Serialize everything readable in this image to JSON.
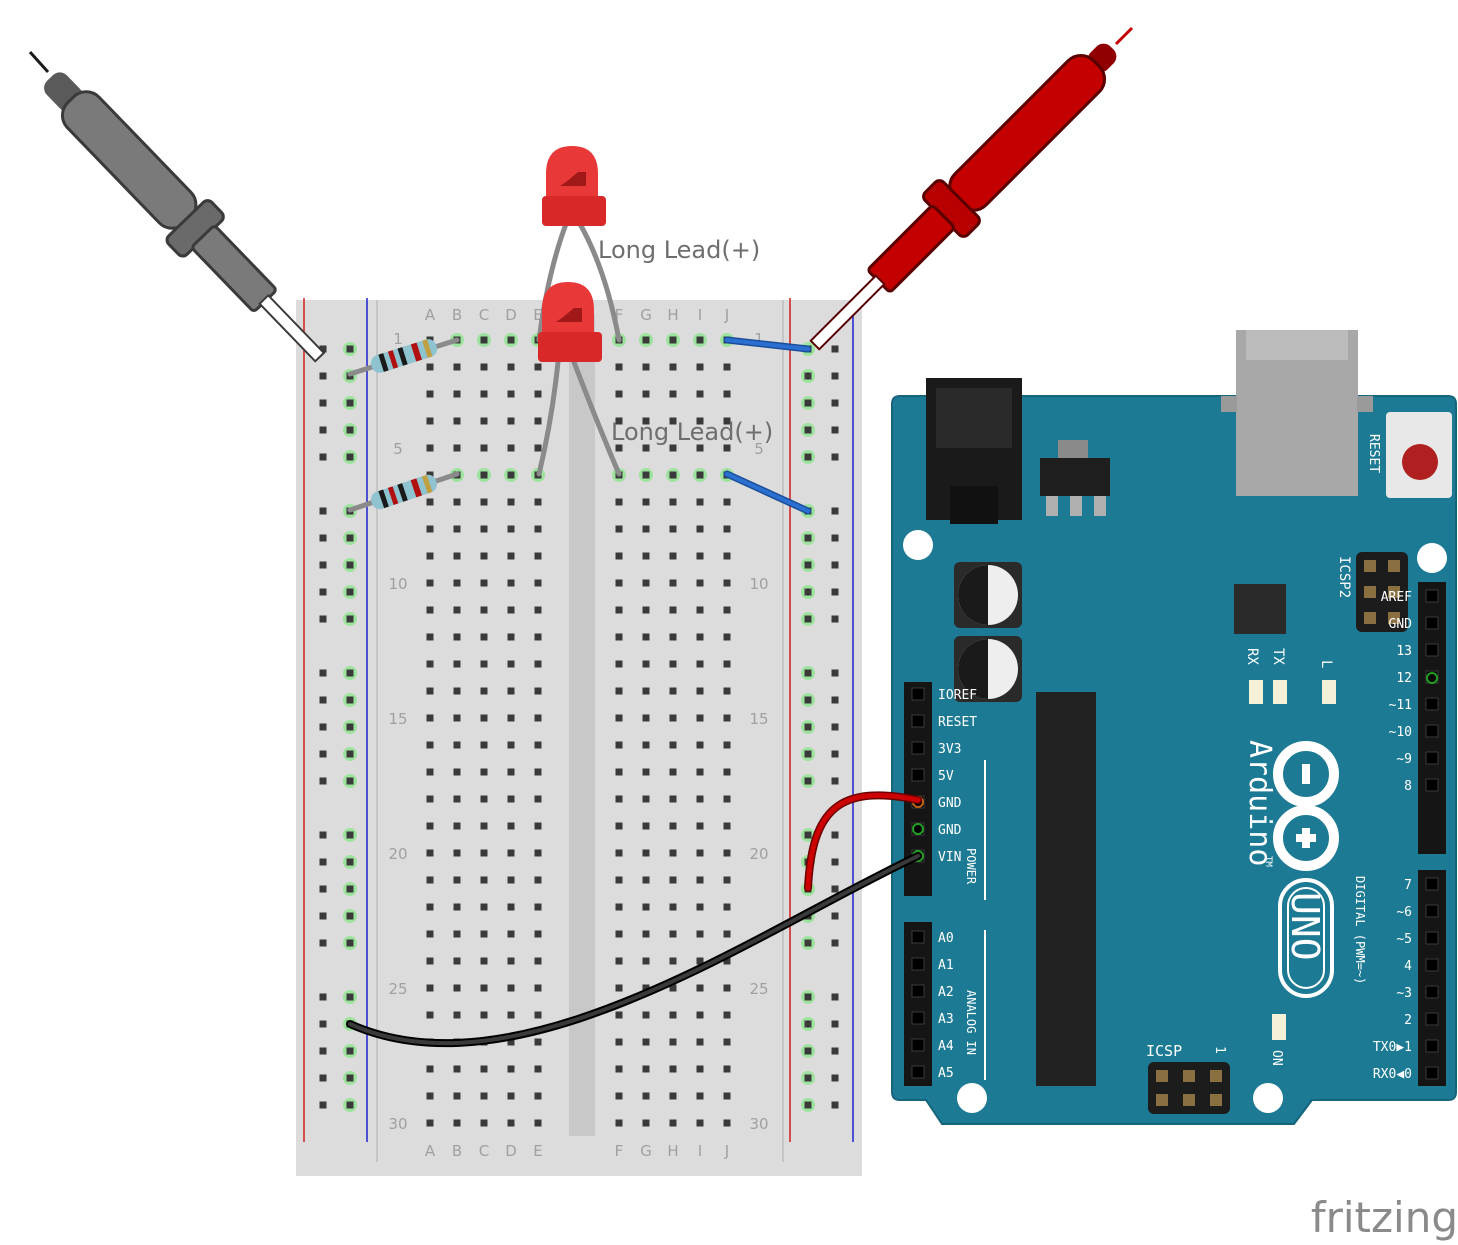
{
  "breadboard": {
    "columns_left": [
      "A",
      "B",
      "C",
      "D",
      "E"
    ],
    "columns_right": [
      "F",
      "G",
      "H",
      "I",
      "J"
    ],
    "row_numbers": [
      "1",
      "5",
      "10",
      "15",
      "20",
      "25",
      "30"
    ]
  },
  "led_labels": [
    "Long Lead(+)",
    "Long Lead(+)"
  ],
  "arduino": {
    "reset_label": "RESET",
    "icsp2_label": "ICSP2",
    "icsp_label": "ICSP",
    "icsp_pin1": "1",
    "rx_label": "RX",
    "tx_label": "TX",
    "l_label": "L",
    "on_label": "ON",
    "power_header_title": "POWER",
    "analog_header_title": "ANALOG IN",
    "digital_header_title": "DIGITAL (PWM=~)",
    "power_pins": [
      "IOREF",
      "RESET",
      "3V3",
      "5V",
      "GND",
      "GND",
      "VIN"
    ],
    "analog_pins": [
      "A0",
      "A1",
      "A2",
      "A3",
      "A4",
      "A5"
    ],
    "digital_high_pins": [
      "AREF",
      "GND",
      "13",
      "12",
      "~11",
      "~10",
      "~9",
      "8"
    ],
    "digital_low_pins": [
      "7",
      "~6",
      "~5",
      "4",
      "~3",
      "2",
      "TX0▶1",
      "RX0◀0"
    ],
    "brand_name": "Arduino",
    "brand_tm": "TM",
    "model": "UNO"
  },
  "watermark": "fritzing",
  "colors": {
    "board_teal": "#1d7a94",
    "probe_black": "#6e6e6e",
    "probe_red": "#c40000",
    "led_red": "#e83838",
    "wire_blue": "#2b6fd0",
    "wire_red": "#cc0000",
    "wire_black": "#1a1a1a",
    "bus_red": "#d02020",
    "bus_blue": "#2020d0"
  }
}
